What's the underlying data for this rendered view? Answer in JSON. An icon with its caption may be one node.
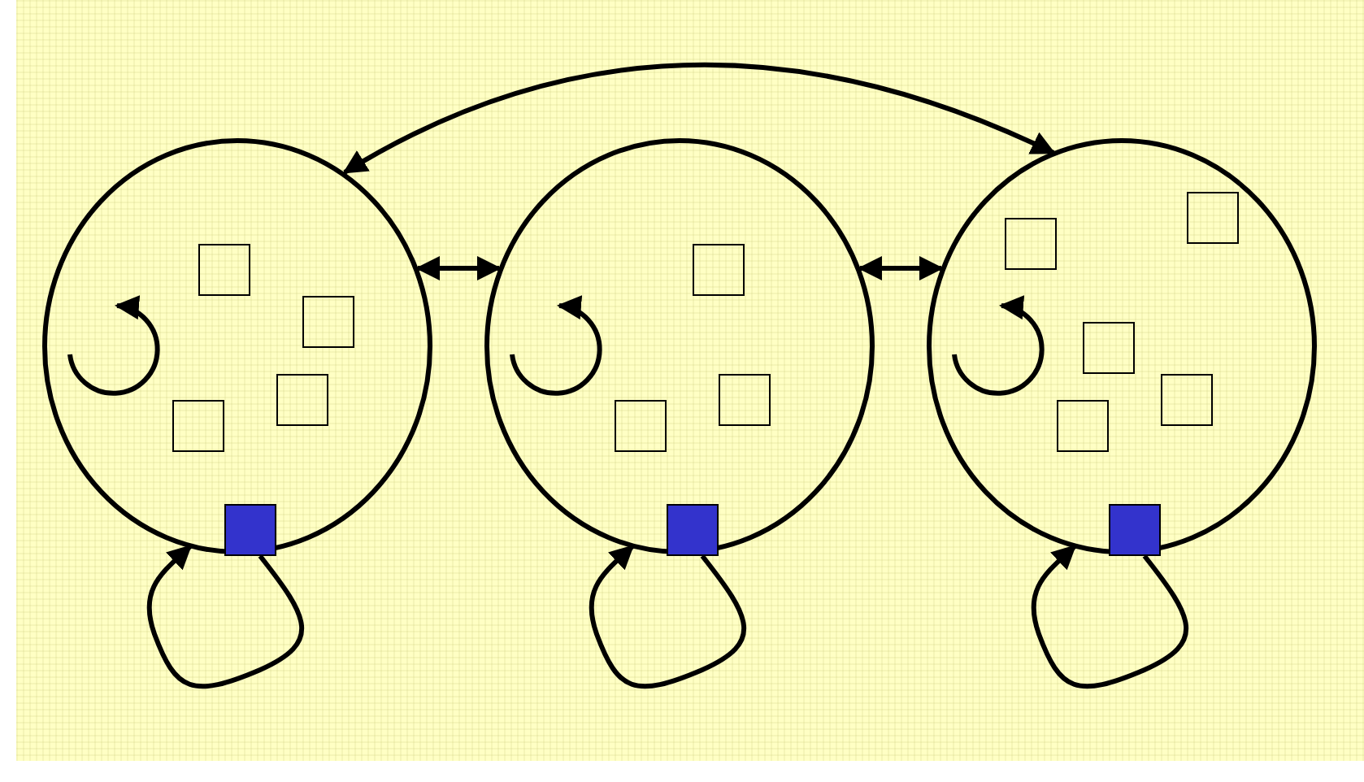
{
  "diagram": {
    "nodes": [
      {
        "text": [],
        "shape": "circle"
      },
      {
        "text": [],
        "shape": "box",
        "in": 0
      },
      {
        "text": [],
        "shape": "box",
        "in": 0
      },
      {
        "text": [],
        "shape": "box",
        "in": 0
      },
      {
        "text": [],
        "shape": "box",
        "in": 0
      },
      {
        "text": [],
        "shape": "box",
        "in": 0
      },
      {
        "text": [],
        "shape": "circle"
      },
      {
        "text": [],
        "shape": "box",
        "in": 6
      },
      {
        "text": [],
        "shape": "box",
        "in": 6
      },
      {
        "text": [],
        "shape": "box",
        "in": 6
      },
      {
        "text": [],
        "shape": "box",
        "in": 6
      },
      {
        "text": [],
        "shape": "circle"
      },
      {
        "text": [],
        "shape": "box",
        "in": 11
      },
      {
        "text": [],
        "shape": "box",
        "in": 11
      },
      {
        "text": [],
        "shape": "box",
        "in": 11
      },
      {
        "text": [],
        "shape": "box",
        "in": 11
      },
      {
        "text": [],
        "shape": "box",
        "in": 11
      },
      {
        "text": [],
        "shape": "box",
        "in": 11
      }
    ],
    "edges": [
      {
        "from": 0,
        "to": 11,
        "arrow": "both"
      },
      {
        "from": 0,
        "to": 6,
        "arrow": "both"
      },
      {
        "from": 6,
        "to": 11,
        "arrow": "both"
      },
      {
        "from": 5,
        "to": 0,
        "arrow": "to"
      },
      {
        "from": 10,
        "to": 6,
        "arrow": "to"
      },
      {
        "from": 17,
        "to": 11,
        "arrow": "to"
      }
    ]
  }
}
